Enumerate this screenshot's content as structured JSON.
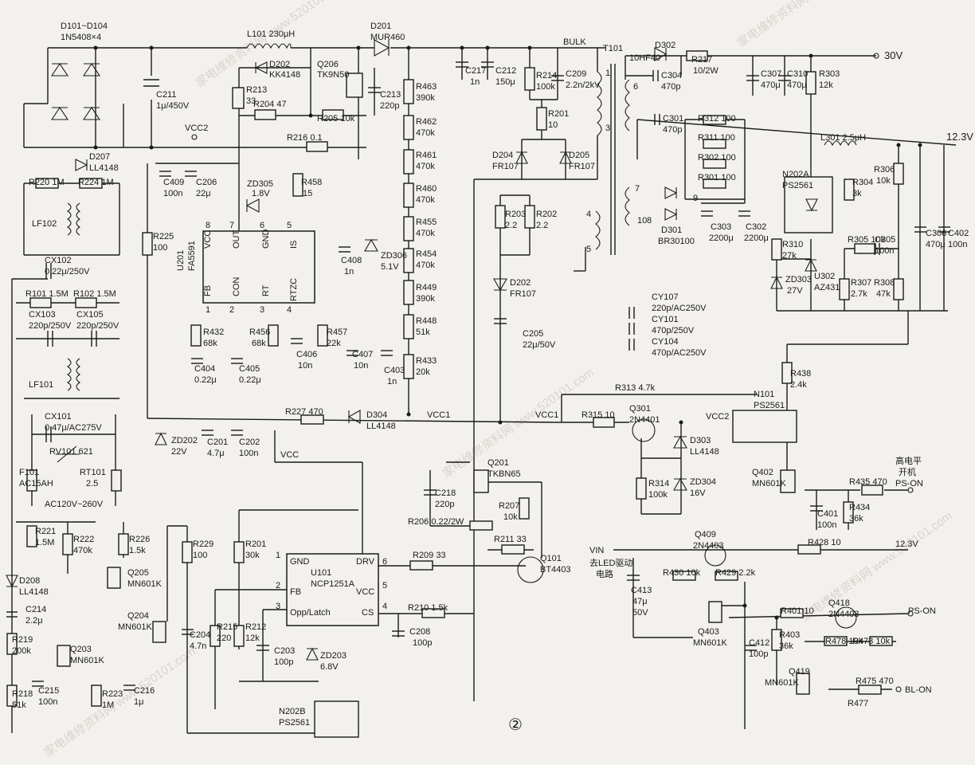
{
  "watermark": {
    "text": "家电维修资料网  www.520101.com"
  },
  "sheet_marker": "②",
  "rectifier": {
    "ref": "D101~D104",
    "part": "1N5408×4"
  },
  "filter": {
    "c211": [
      "C211",
      "1μ/450V"
    ],
    "l101": "L101  230μH",
    "d201": [
      "D201",
      "MUR460"
    ],
    "d202": [
      "D202",
      "KK4148"
    ],
    "q206": [
      "Q206",
      "TK9N50"
    ],
    "r213": [
      "R213",
      "33"
    ],
    "r204": "R204  47",
    "r205": "R205  10k",
    "c213": [
      "C213",
      "220p"
    ],
    "r216": "R216  0.1",
    "vcc2": "VCC2",
    "d207": [
      "D207",
      "LL4148"
    ],
    "r220": "R220  1M",
    "r224": "R224  1M",
    "lf102": "LF102",
    "cx102": [
      "CX102",
      "0.22μ/250V"
    ],
    "r101": "R101  1.5M",
    "r102": "R102  1.5M",
    "cx103": [
      "CX103",
      "220p/250V"
    ],
    "cx105": [
      "CX105",
      "220p/250V"
    ],
    "lf101": "LF101",
    "cx101": [
      "CX101",
      "0.47μ/AC275V"
    ],
    "rv101": "RV101  621",
    "f101": [
      "F101",
      "AC15AH"
    ],
    "rt101": [
      "RT101",
      "2.5"
    ],
    "ac_in": "AC120V~260V"
  },
  "pfc_ic": {
    "ref": "U201",
    "part": "FA5591",
    "pins_top": [
      "VCC",
      "OUT",
      "GND",
      "IS"
    ],
    "pins_bottom": [
      "FB",
      "CON",
      "RT",
      "RTZC"
    ],
    "pin_nums_top": [
      "8",
      "7",
      "6",
      "5"
    ],
    "pin_nums_bottom": [
      "1",
      "2",
      "3",
      "4"
    ],
    "c409": [
      "C409",
      "100n"
    ],
    "c206": [
      "C206",
      "22μ"
    ],
    "zd305": [
      "ZD305",
      "1.8V"
    ],
    "r458": [
      "R458",
      "15"
    ],
    "c408": [
      "C408",
      "1n"
    ],
    "zd306": [
      "ZD306",
      "5.1V"
    ],
    "r225": [
      "R225",
      "100"
    ],
    "r432": [
      "R432",
      "68k"
    ],
    "c404": [
      "C404",
      "0.22μ"
    ],
    "c405": [
      "C405",
      "0.22μ"
    ],
    "r456": [
      "R456",
      "68k"
    ],
    "c406": [
      "C406",
      "10n"
    ],
    "r457": [
      "R457",
      "22k"
    ],
    "c407": [
      "C407",
      "10n"
    ],
    "c403": [
      "C403",
      "1n"
    ]
  },
  "divider": {
    "items": [
      [
        "R463",
        "390k"
      ],
      [
        "R462",
        "470k"
      ],
      [
        "R461",
        "470k"
      ],
      [
        "R460",
        "470k"
      ],
      [
        "R455",
        "470k"
      ],
      [
        "R454",
        "470k"
      ],
      [
        "R449",
        "390k"
      ],
      [
        "R448",
        "51k"
      ],
      [
        "R433",
        "20k"
      ]
    ]
  },
  "bulk": {
    "label": "BULK",
    "c217": [
      "C217",
      "1n"
    ],
    "c212": [
      "C212",
      "150μ"
    ],
    "r214": [
      "R214",
      "100k"
    ],
    "c209": [
      "C209",
      "2.2n/2kV"
    ],
    "r201": [
      "R201",
      "10"
    ],
    "d204": [
      "D204",
      "FR107"
    ],
    "d205": [
      "D205",
      "FR107"
    ],
    "r203": [
      "R203",
      "2.2"
    ],
    "r202": [
      "R202",
      "2.2"
    ],
    "d202b": [
      "D202",
      "FR107"
    ],
    "c205": [
      "C205",
      "22μ/50V"
    ],
    "t101": "T101",
    "pins": [
      "1",
      "3",
      "4",
      "5",
      "6",
      "7",
      "8",
      "9",
      "10"
    ]
  },
  "secondary": {
    "d302": [
      "D302",
      "10HF40"
    ],
    "r217": [
      "R217",
      "10/2W"
    ],
    "c304": [
      "C304",
      "470p"
    ],
    "v30": "30V",
    "c307": [
      "C307",
      "470μ"
    ],
    "c310": [
      "C310",
      "470μ"
    ],
    "r303": [
      "R303",
      "12k"
    ],
    "c301": [
      "C301",
      "470p"
    ],
    "r312": "R312  100",
    "r311": "R311  100",
    "r302": "R302  100",
    "r301": "R301  100",
    "d301": [
      "D301",
      "BR30100"
    ],
    "c303": [
      "C303",
      "2200μ"
    ],
    "c302": [
      "C302",
      "2200μ"
    ],
    "l301": "L301  2.5μH",
    "v12": "12.3V",
    "n202a": [
      "N202A",
      "PS2561"
    ],
    "r304": [
      "R304",
      "3k"
    ],
    "r306": [
      "R306",
      "10k"
    ],
    "r310": [
      "R310",
      "27k"
    ],
    "r305": "R305  10k",
    "c305": [
      "C305",
      "100n"
    ],
    "c306": [
      "C306",
      "470μ"
    ],
    "c402": [
      "C402",
      "100n"
    ],
    "zd303": [
      "ZD303",
      "27V"
    ],
    "u302": [
      "U302",
      "AZ431"
    ],
    "r307": [
      "R307",
      "2.7k"
    ],
    "r308": [
      "R308",
      "47k"
    ],
    "cy107": [
      "CY107",
      "220p/AC250V"
    ],
    "cy101": [
      "CY101",
      "470p/250V"
    ],
    "cy104": [
      "CY104",
      "470p/AC250V"
    ]
  },
  "standby": {
    "zd202": [
      "ZD202",
      "22V"
    ],
    "c201": [
      "C201",
      "4.7μ"
    ],
    "c202": [
      "C202",
      "100n"
    ],
    "r227": "R227  470",
    "d304": [
      "D304",
      "LL4148"
    ],
    "vcc1a": "VCC1",
    "vcc1b": "VCC1",
    "vcc": "VCC",
    "r313": "R313  4.7k",
    "r315": "R315  10",
    "q301": [
      "Q301",
      "2N4401"
    ],
    "vcc2b": "VCC2",
    "d303": [
      "D303",
      "LL4148"
    ],
    "zd304": [
      "ZD304",
      "16V"
    ],
    "r314": [
      "R314",
      "100k"
    ],
    "r438": [
      "R438",
      "2.4k"
    ],
    "n101": [
      "N101",
      "PS2561"
    ],
    "q402": [
      "Q402",
      "MN601K"
    ],
    "r435": "R435  470",
    "r434": [
      "R434",
      "36k"
    ],
    "c401": [
      "C401",
      "100n"
    ],
    "high_on": [
      "高电平",
      "开机"
    ],
    "ps_on": "PS-ON"
  },
  "llc": {
    "q201": [
      "Q201",
      "TKBN65"
    ],
    "c218": [
      "C218",
      "220p"
    ],
    "r207": [
      "R207",
      "10k"
    ],
    "r206": "R206  0.22/2W",
    "r211": "R211  33",
    "q101": [
      "Q101",
      "BT4403"
    ],
    "ic_ref": "U101",
    "ic_part": "NCP1251A",
    "pins_left": [
      "GND",
      "FB",
      "Opp/Latch"
    ],
    "pins_right": [
      "DRV",
      "VCC",
      "CS"
    ],
    "pin_nums_left": [
      "1",
      "2",
      "3"
    ],
    "pin_nums_right": [
      "6",
      "5",
      "4"
    ],
    "r209": "R209  33",
    "r210": "R210  1.5k",
    "c208": [
      "C208",
      "100p"
    ],
    "r201": [
      "R201",
      "30k"
    ],
    "r229": [
      "R229",
      "100"
    ],
    "c204": [
      "C204",
      "4.7n"
    ],
    "r215": [
      "R215",
      "220"
    ],
    "r212": [
      "R212",
      "12k"
    ],
    "c203": [
      "C203",
      "100p"
    ],
    "zd203": [
      "ZD203",
      "6.8V"
    ],
    "n202b": [
      "N202B",
      "PS2561"
    ],
    "r221": [
      "R221",
      "1.5M"
    ],
    "r222": [
      "R222",
      "470k"
    ],
    "r226": [
      "R226",
      "1.5k"
    ],
    "q205": [
      "Q205",
      "MN601K"
    ],
    "q204": [
      "Q204",
      "MN601K"
    ],
    "d208": [
      "D208",
      "LL4148"
    ],
    "c214": [
      "C214",
      "2.2μ"
    ],
    "r219": [
      "R219",
      "200k"
    ],
    "q203": [
      "Q203",
      "MN601K"
    ],
    "r218": [
      "R218",
      "51k"
    ],
    "c215": [
      "C215",
      "100n"
    ],
    "r223": [
      "R223",
      "1M"
    ],
    "c216": [
      "C216",
      "1μ"
    ]
  },
  "led": {
    "vin": "VIN",
    "to_led": [
      "去LED驱动",
      "电路"
    ],
    "c413": [
      "C413",
      "47μ",
      "50V"
    ],
    "q409": [
      "Q409",
      "2N4403"
    ],
    "r428": "R428  10",
    "v12b": "12.3V",
    "r430": "R430  10k",
    "r429": "R429  2.2k",
    "q403": [
      "Q403",
      "MN601K"
    ],
    "r401": "R401  10",
    "q418": [
      "Q418",
      "2N4403"
    ],
    "ps_on2": "PS-ON",
    "c412": [
      "C412",
      "100p"
    ],
    "r403": [
      "R403",
      "36k"
    ],
    "r478": "R478  10k",
    "r473": "R473  10k",
    "q419": [
      "Q419",
      "MN601K"
    ],
    "r475": "R475  470",
    "r477": "R477",
    "bl_on": "BL-ON"
  }
}
